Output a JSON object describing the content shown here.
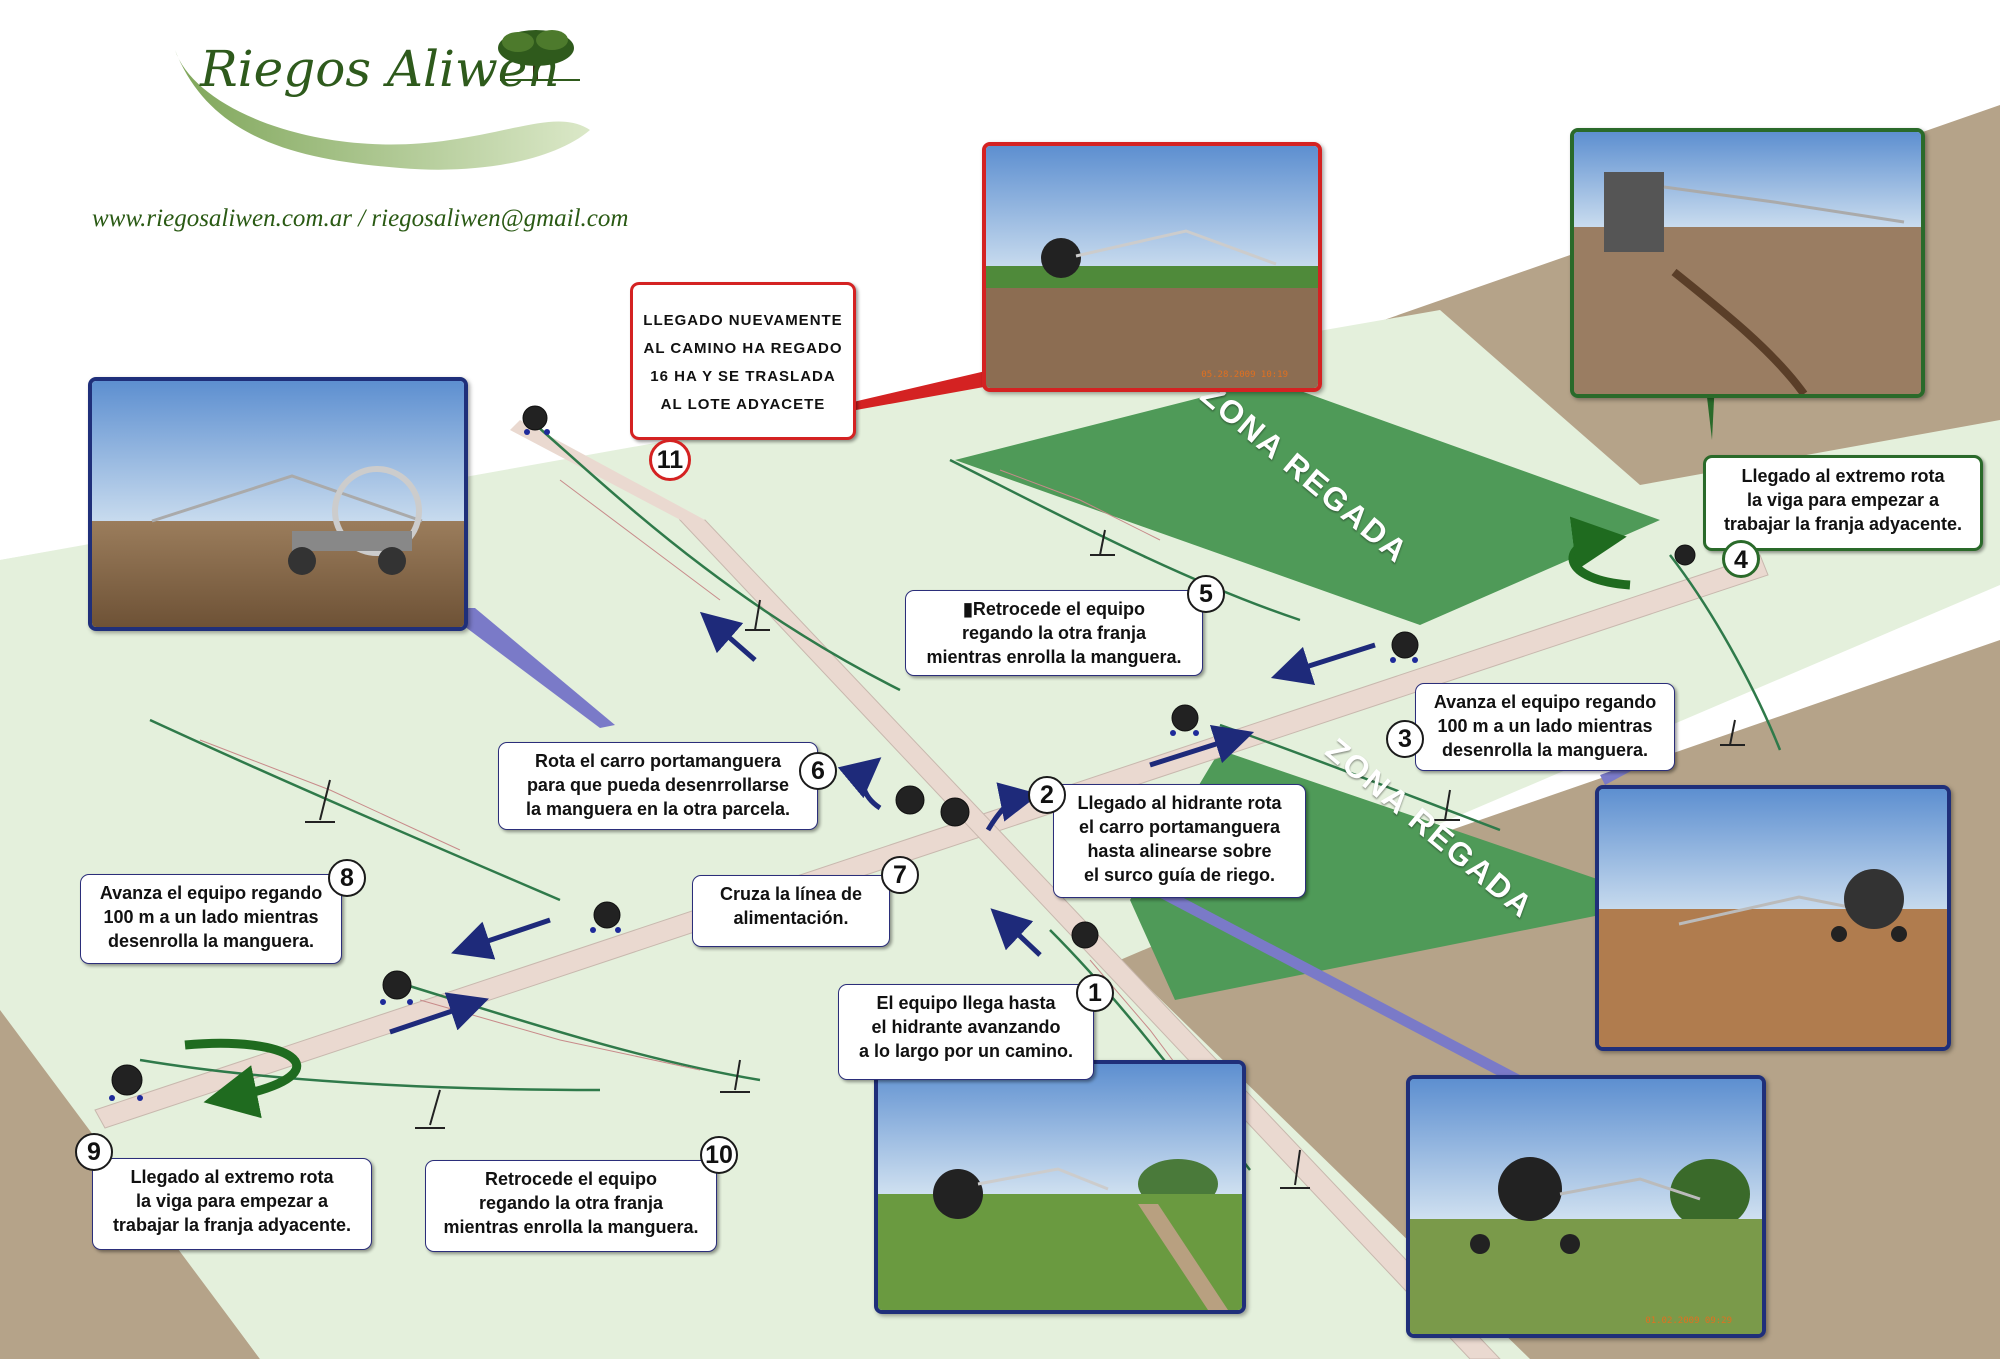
{
  "header": {
    "brand_name": "Riegos Aliwen",
    "website": "www.riegosaliwen.com.ar / riegosaliwen@gmail.com",
    "logo_icon": "tree-icon"
  },
  "zones": [
    {
      "label": "ZONA REGADA"
    },
    {
      "label": "ZONA REGADA"
    }
  ],
  "steps": [
    {
      "number": "1",
      "text": "El equipo llega hasta\nel hidrante avanzando\na lo largo por un camino."
    },
    {
      "number": "2",
      "text": "Llegado al hidrante rota\nel carro portamanguera\nhasta alinearse sobre\nel surco guía de riego."
    },
    {
      "number": "3",
      "text": "Avanza el equipo regando\n100 m a un lado mientras\ndesenrolla la manguera."
    },
    {
      "number": "4",
      "text": "Llegado al extremo rota\nla viga para empezar a\ntrabajar la franja adyacente."
    },
    {
      "number": "5",
      "text": "▮Retrocede el equipo\nregando la otra franja\nmientras enrolla la manguera."
    },
    {
      "number": "6",
      "text": "Rota el carro portamanguera\npara que pueda desenrrollarse\nla manguera en la otra parcela."
    },
    {
      "number": "7",
      "text": "Cruza la línea de\nalimentación."
    },
    {
      "number": "8",
      "text": "Avanza el equipo regando\n100 m a un lado mientras\ndesenrolla la manguera."
    },
    {
      "number": "9",
      "text": "Llegado al extremo rota\nla viga  para empezar a\ntrabajar la franja adyacente."
    },
    {
      "number": "10",
      "text": "Retrocede el equipo\nregando la otra franja\nmientras enrolla la manguera."
    },
    {
      "number": "11",
      "text": "LLEGADO NUEVAMENTE\nAL CAMINO HA REGADO\n16 HA Y SE TRASLADA\nAL LOTE ADYACETE"
    }
  ],
  "photos": [
    {
      "stamp": "05.28.2009 10:19"
    },
    {
      "stamp": ""
    },
    {
      "stamp": "01.02.2009 09:29"
    }
  ],
  "colors": {
    "field_light": "#e4f0dc",
    "soil": "#b5a389",
    "zone_green": "#4f9a58",
    "road": "#ead9d0",
    "frame_blue": "#1f2f7a",
    "frame_red": "#d42222",
    "frame_green": "#2a6a2a",
    "arrow_blue": "#1e2a7a",
    "arrow_green": "#1f6b1f"
  }
}
